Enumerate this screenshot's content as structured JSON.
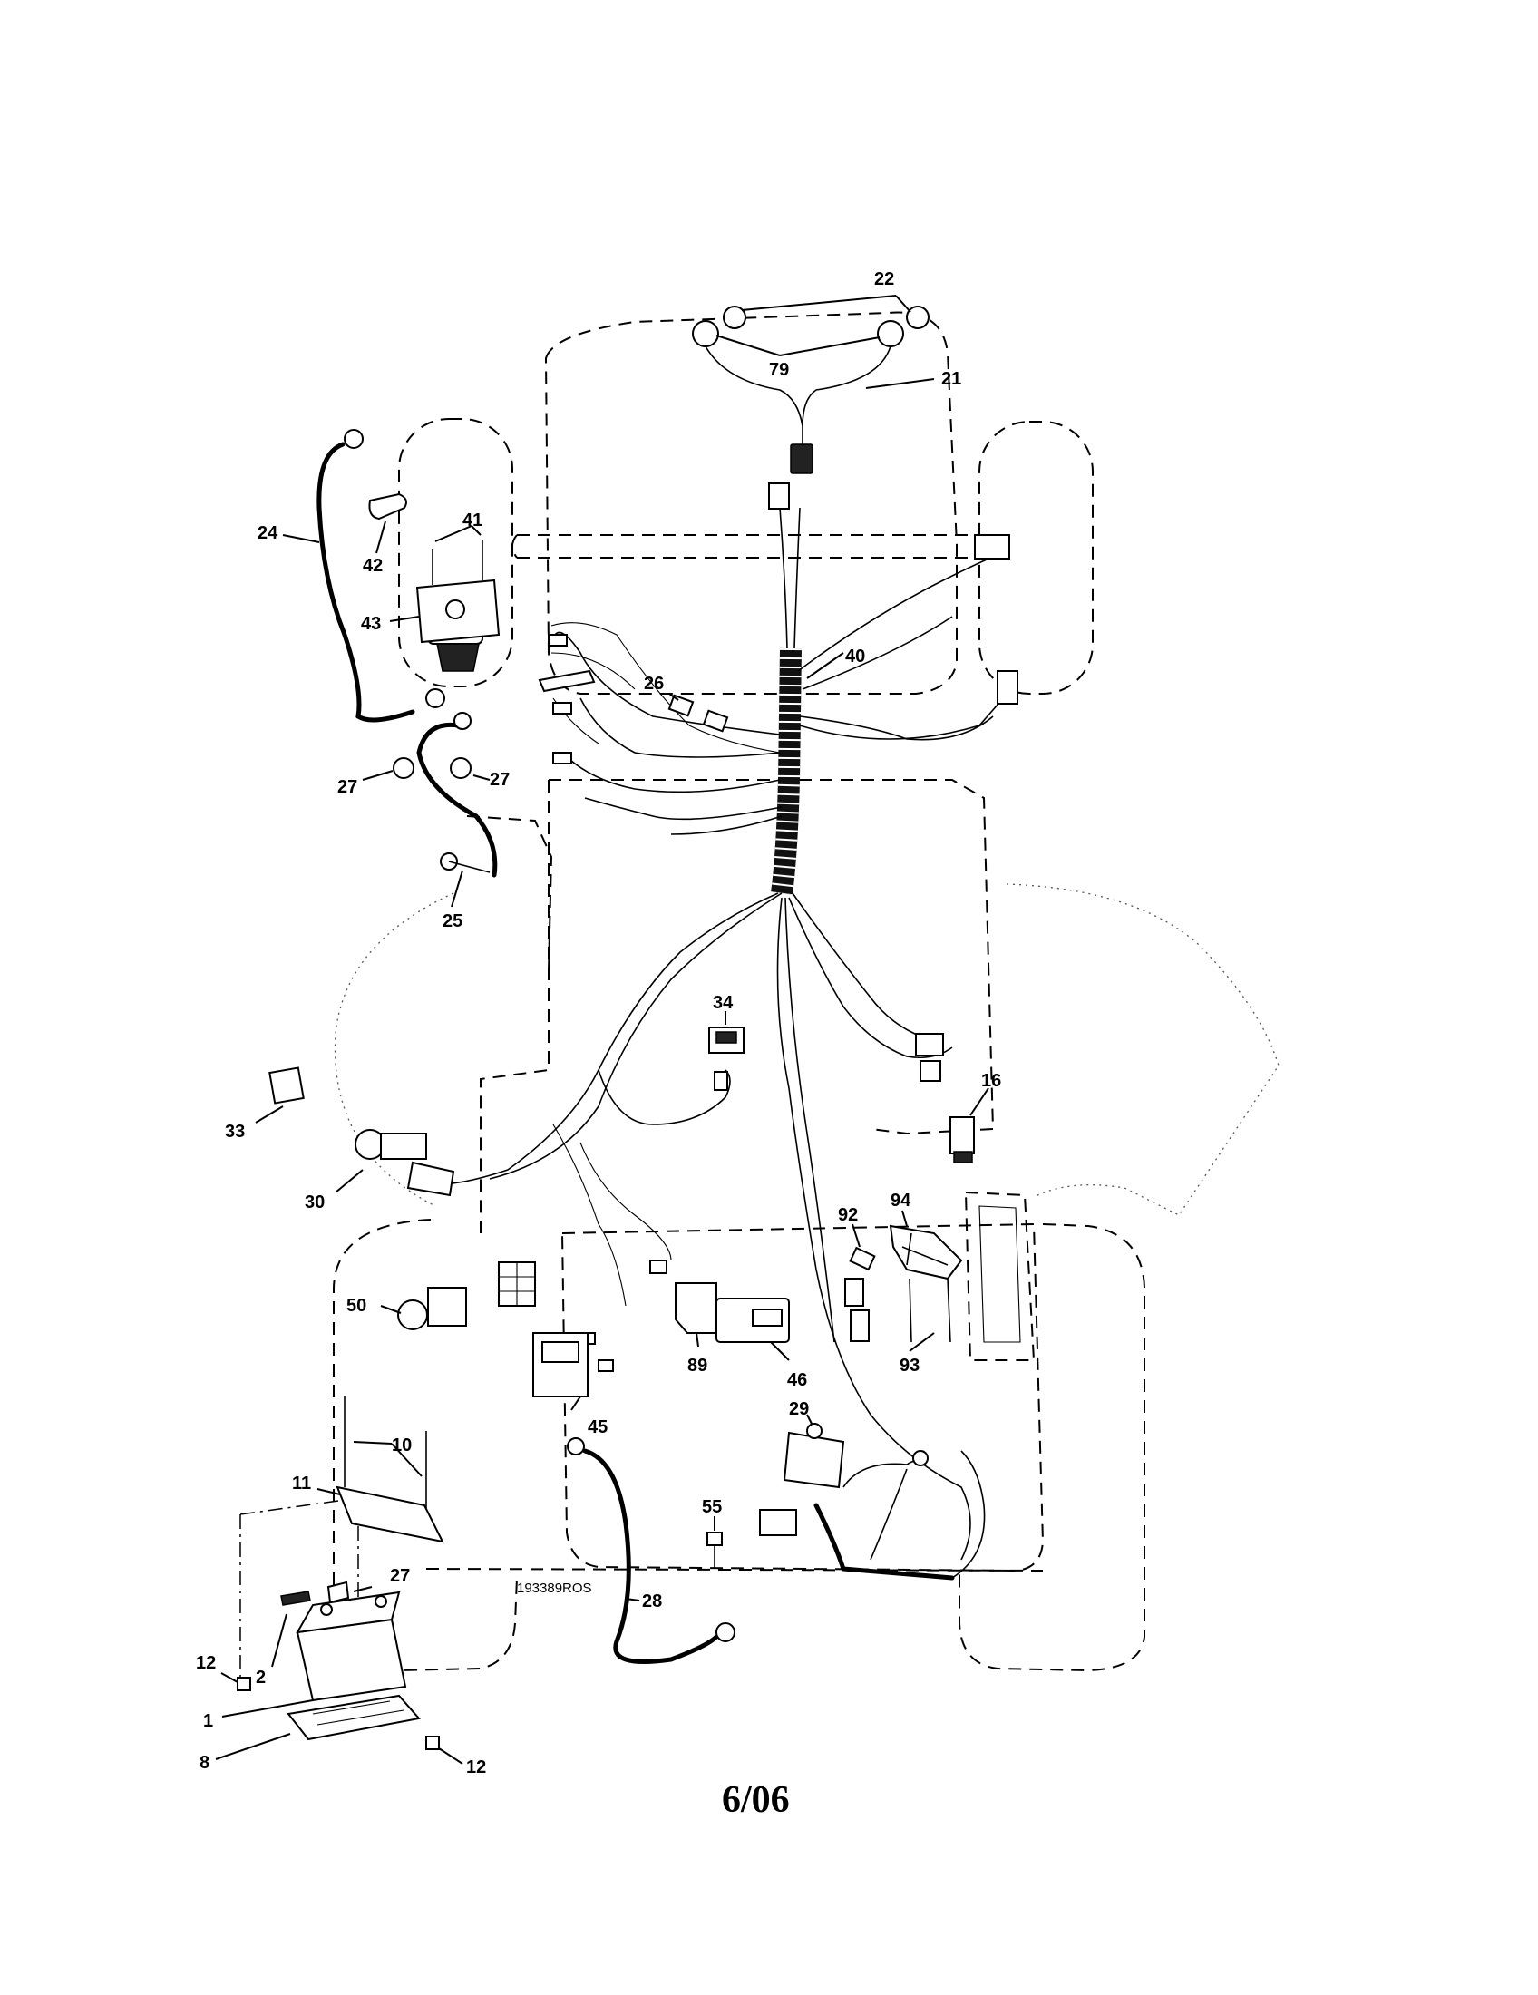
{
  "drawing_code": "193389ROS",
  "page_date": "6/06",
  "callouts": {
    "c22": "22",
    "c79": "79",
    "c21": "21",
    "c41": "41",
    "c24": "24",
    "c42": "42",
    "c43": "43",
    "c40": "40",
    "c26": "26",
    "c27a": "27",
    "c27b": "27",
    "c25": "25",
    "c34": "34",
    "c16": "16",
    "c33": "33",
    "c30": "30",
    "c92": "92",
    "c94": "94",
    "c50": "50",
    "c93": "93",
    "c89": "89",
    "c46": "46",
    "c45": "45",
    "c29": "29",
    "c10": "10",
    "c11": "11",
    "c55": "55",
    "c27c": "27",
    "c28": "28",
    "c12a": "12",
    "c2": "2",
    "c1": "1",
    "c8": "8",
    "c12b": "12"
  }
}
